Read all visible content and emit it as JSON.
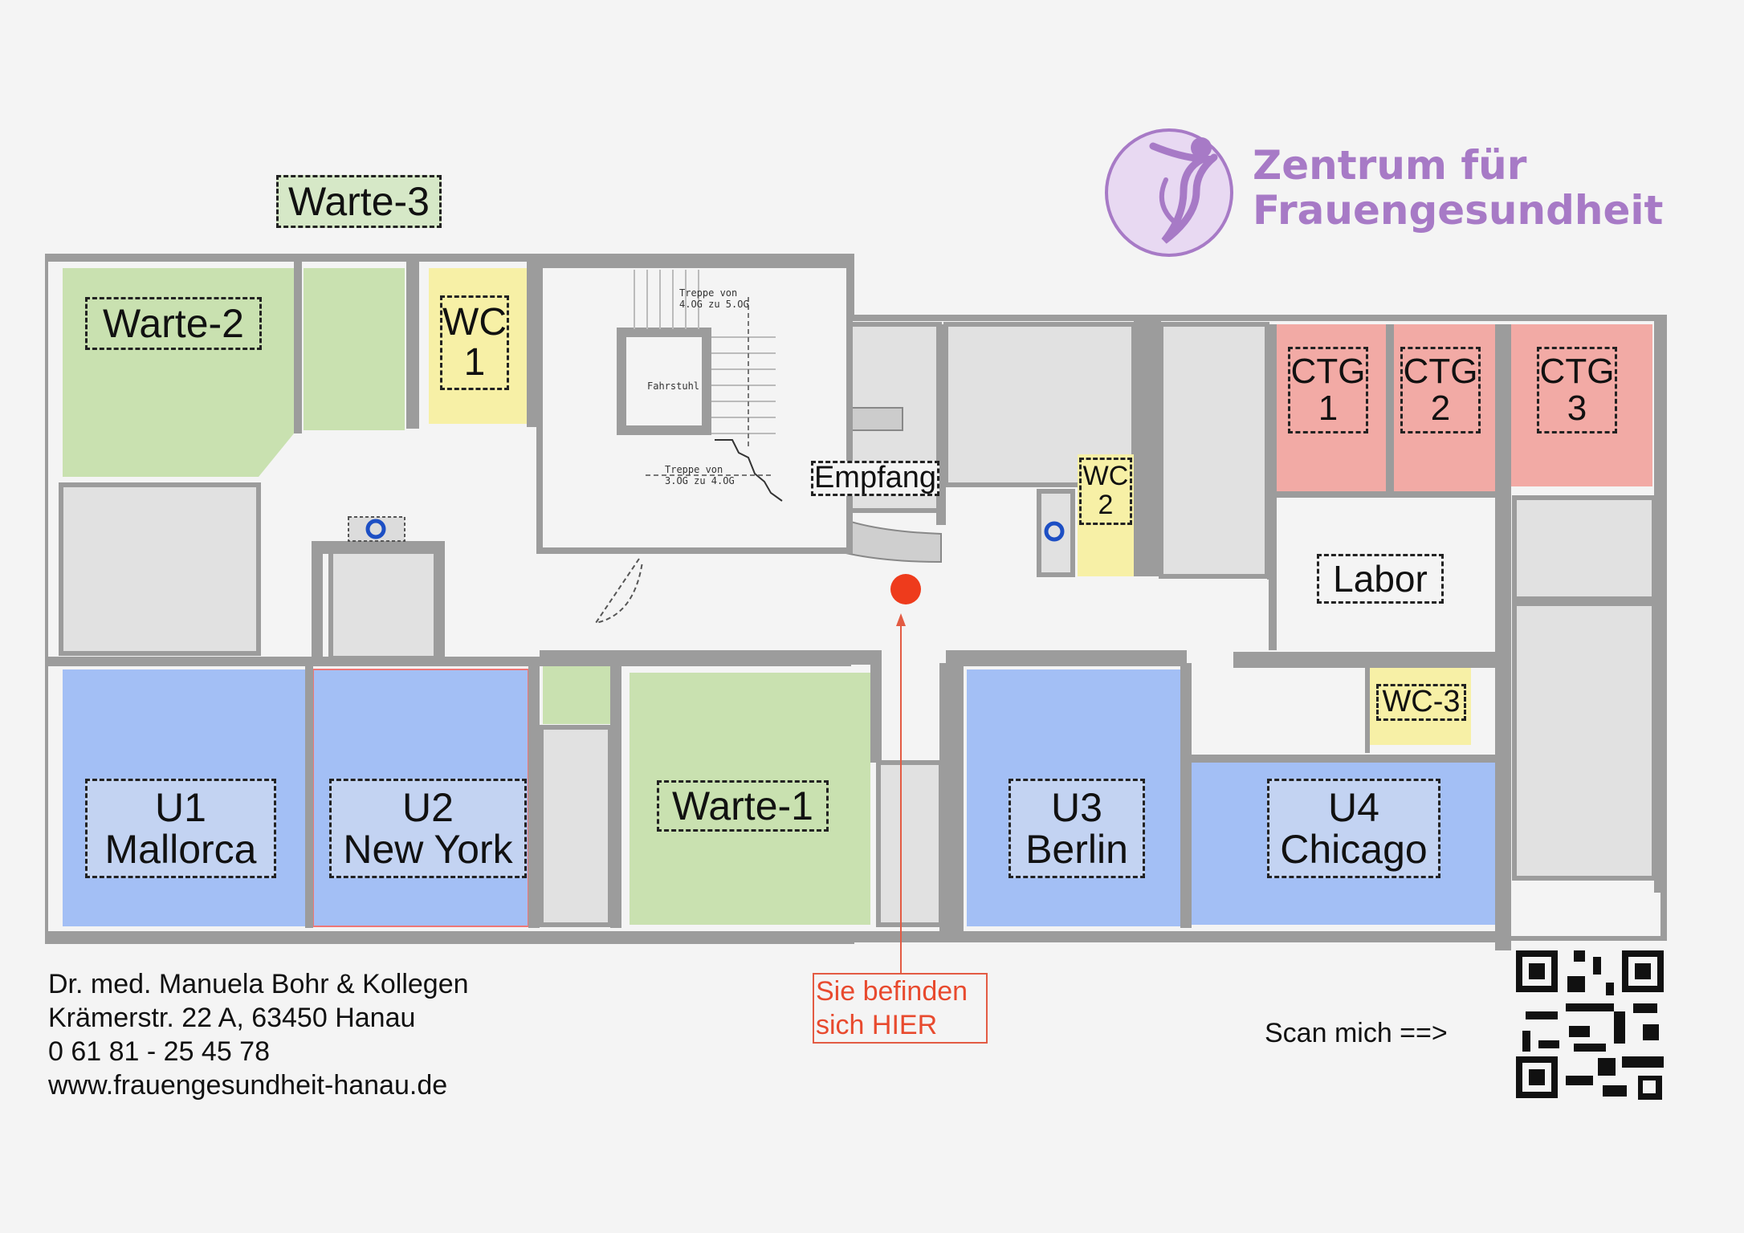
{
  "logo": {
    "line1": "Zentrum für",
    "line2": "Frauengesundheit",
    "color": "#a77ac6"
  },
  "rooms": {
    "warte3": "Warte-3",
    "warte2": "Warte-2",
    "warte1": "Warte-1",
    "wc1": [
      "WC",
      "1"
    ],
    "wc2": [
      "WC",
      "2"
    ],
    "wc3": "WC-3",
    "ctg1": [
      "CTG",
      "1"
    ],
    "ctg2": [
      "CTG",
      "2"
    ],
    "ctg3": [
      "CTG",
      "3"
    ],
    "empfang": "Empfang",
    "labor": "Labor",
    "u1": [
      "U1",
      "Mallorca"
    ],
    "u2": [
      "U2",
      "New York"
    ],
    "u3": [
      "U3",
      "Berlin"
    ],
    "u4": [
      "U4",
      "Chicago"
    ]
  },
  "stair_notes": {
    "upper": [
      "Treppe von",
      "4.OG zu 5.OG"
    ],
    "lower": [
      "Treppe von",
      "3.OG zu 4.OG"
    ],
    "elevator": "Fahrstuhl"
  },
  "you_are_here": [
    "Sie befinden",
    "sich HIER"
  ],
  "contact": [
    "Dr. med. Manuela Bohr & Kollegen",
    "Krämerstr. 22 A, 63450 Hanau",
    "0 61 81 - 25 45 78",
    "www.frauengesundheit-hanau.de"
  ],
  "scan_label": "Scan mich ==>",
  "colors": {
    "waiting": "#c9e1b0",
    "wc": "#f7f0a6",
    "ctg": "#f2aaa5",
    "exam": "#a3bff5",
    "wall": "#9c9c9c",
    "marker": "#ee3b1c",
    "accessible": "#1d4fc4"
  }
}
